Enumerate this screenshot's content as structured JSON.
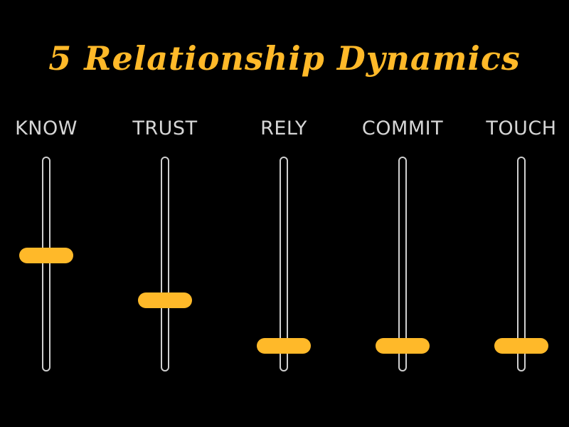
{
  "title": "5 Relationship Dynamics",
  "colors": {
    "background": "#000000",
    "title": "#FFB929",
    "label": "#D6D6D6",
    "track": "#CFCFCF",
    "knob": "#FFB929"
  },
  "sliders": [
    {
      "label": "KNOW",
      "level": 0.54
    },
    {
      "label": "TRUST",
      "level": 0.33
    },
    {
      "label": "RELY",
      "level": 0.12
    },
    {
      "label": "COMMIT",
      "level": 0.12
    },
    {
      "label": "TOUCH",
      "level": 0.12
    }
  ]
}
